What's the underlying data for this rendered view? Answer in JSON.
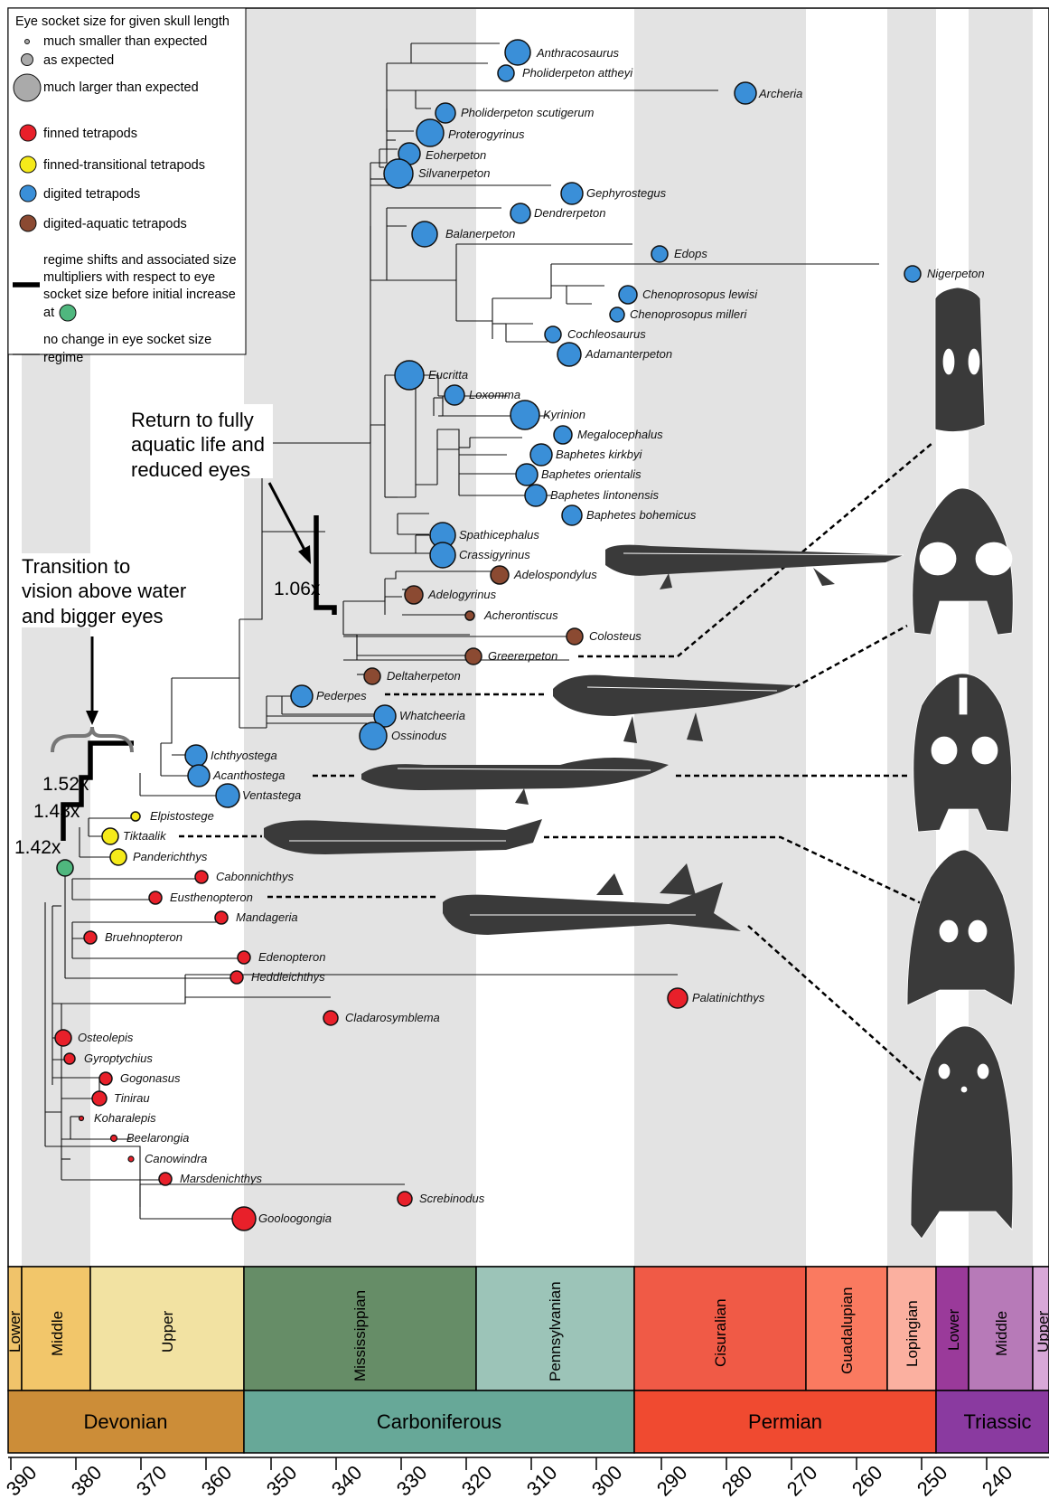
{
  "legend": {
    "size_title": "Eye socket size for given skull length",
    "size_small": "much smaller than expected",
    "size_expected": "as expected",
    "size_large": "much larger than expected",
    "group_finned": "finned tetrapods",
    "group_transitional": "finned-transitional tetrapods",
    "group_digited": "digited tetrapods",
    "group_aquatic": "digited-aquatic tetrapods",
    "regime_line1": "regime shifts and associated size",
    "regime_line2": "multipliers with respect to eye",
    "regime_line3": "socket size before initial increase",
    "regime_line4": "at",
    "nochange_line1": "no change in eye socket size",
    "nochange_line2": "regime"
  },
  "colors": {
    "finned": "#e8202a",
    "transitional": "#f5ea1a",
    "digited": "#3a8fd8",
    "aquatic": "#8b4a32",
    "regime_start": "#4fb77e",
    "shade": "#e3e3e3"
  },
  "annotations": {
    "transition_1": "Transition to",
    "transition_2": "vision above water",
    "transition_3": "and bigger eyes",
    "return_1": "Return to fully",
    "return_2": "aquatic life and",
    "return_3": "reduced eyes",
    "mult_106": "1.06x",
    "mult_152": "1.52x",
    "mult_143": "1.43x",
    "mult_142": "1.42x"
  },
  "taxa": {
    "anthracosaurus": "Anthracosaurus",
    "pholiderpeton_attheyi": "Pholiderpeton attheyi",
    "archeria": "Archeria",
    "pholiderpeton_scutigerum": "Pholiderpeton scutigerum",
    "proterogyrinus": "Proterogyrinus",
    "eoherpeton": "Eoherpeton",
    "silvanerpeton": "Silvanerpeton",
    "gephyrostegus": "Gephyrostegus",
    "dendrerpeton": "Dendrerpeton",
    "balanerpeton": "Balanerpeton",
    "edops": "Edops",
    "nigerpeton": "Nigerpeton",
    "chenoprosopus_lewisi": "Chenoprosopus lewisi",
    "chenoprosopus_milleri": "Chenoprosopus milleri",
    "cochleosaurus": "Cochleosaurus",
    "adamanterpeton": "Adamanterpeton",
    "eucritta": "Eucritta",
    "loxomma": "Loxomma",
    "kyrinion": "Kyrinion",
    "megalocephalus": "Megalocephalus",
    "baphetes_kirkbyi": "Baphetes kirkbyi",
    "baphetes_orientalis": "Baphetes orientalis",
    "baphetes_lintonensis": "Baphetes lintonensis",
    "baphetes_bohemicus": "Baphetes bohemicus",
    "spathicephalus": "Spathicephalus",
    "crassigyrinus": "Crassigyrinus",
    "adelospondylus": "Adelospondylus",
    "adelogyrinus": "Adelogyrinus",
    "acherontiscus": "Acherontiscus",
    "colosteus": "Colosteus",
    "greererpeton": "Greererpeton",
    "deltaherpeton": "Deltaherpeton",
    "pederpes": "Pederpes",
    "whatcheeria": "Whatcheeria",
    "ossinodus": "Ossinodus",
    "ichthyostega": "Ichthyostega",
    "acanthostega": "Acanthostega",
    "ventastega": "Ventastega",
    "elpistostege": "Elpistostege",
    "tiktaalik": "Tiktaalik",
    "panderichthys": "Panderichthys",
    "cabonnichthys": "Cabonnichthys",
    "eusthenopteron": "Eusthenopteron",
    "mandageria": "Mandageria",
    "bruehnopteron": "Bruehnopteron",
    "edenopteron": "Edenopteron",
    "heddleichthys": "Heddleichthys",
    "palatinichthys": "Palatinichthys",
    "cladarosymblema": "Cladarosymblema",
    "osteolepis": "Osteolepis",
    "gyroptychius": "Gyroptychius",
    "gogonasus": "Gogonasus",
    "tinirau": "Tinirau",
    "koharalepis": "Koharalepis",
    "beelarongia": "Beelarongia",
    "canowindra": "Canowindra",
    "marsdenichthys": "Marsdenichthys",
    "screbinodus": "Screbinodus",
    "gooloogongia": "Gooloogongia"
  },
  "timescale": {
    "epochs": [
      "Lower",
      "Middle",
      "Upper",
      "Mississippian",
      "Pennsylvanian",
      "Cisuralian",
      "Guadalupian",
      "Lopingian",
      "Lower",
      "Middle",
      "Upper"
    ],
    "periods": [
      "Devonian",
      "Carboniferous",
      "Permian",
      "Triassic"
    ],
    "ticks": [
      "390",
      "380",
      "370",
      "360",
      "350",
      "340",
      "330",
      "320",
      "310",
      "300",
      "290",
      "280",
      "270",
      "260",
      "250",
      "240"
    ]
  }
}
